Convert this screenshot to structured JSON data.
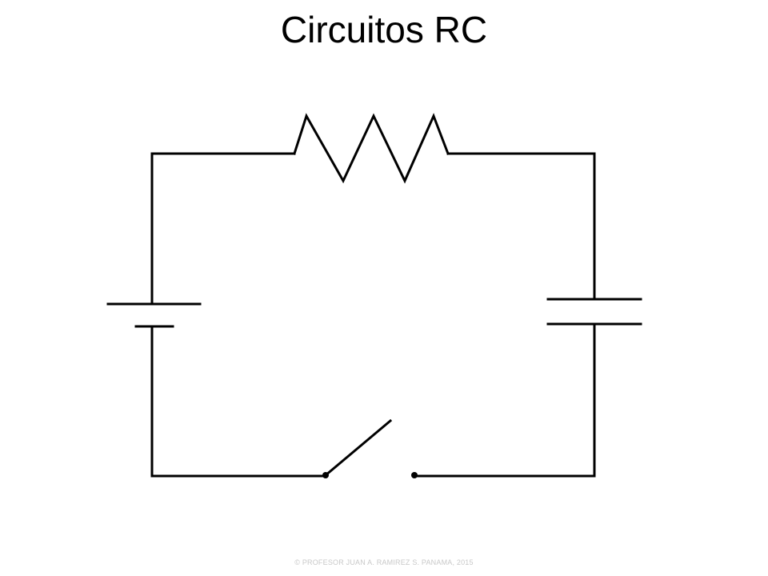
{
  "slide": {
    "title": "Circuitos RC",
    "footer": "© PROFESOR JUAN A. RAMIREZ S. PANAMA, 2015"
  },
  "diagram": {
    "type": "RC circuit schematic",
    "stroke_color": "#000000",
    "background_color": "#ffffff",
    "footer_color": "#c8c8c8",
    "components": [
      "resistor",
      "battery",
      "capacitor",
      "switch"
    ],
    "switch_state": "open"
  }
}
